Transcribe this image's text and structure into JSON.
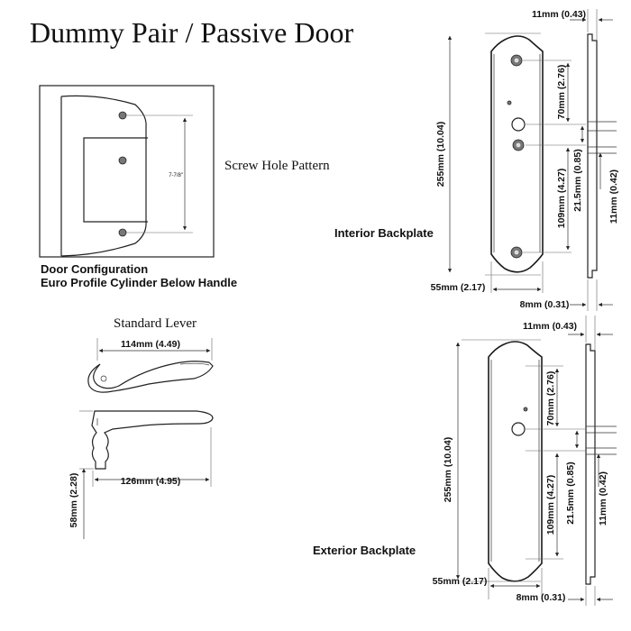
{
  "title": "Dummy Pair / Passive Door",
  "door_panel": {
    "screw_hole_label": "Screw Hole Pattern",
    "spacing_label": "7-7/8\"",
    "caption_line1": "Door Configuration",
    "caption_line2": "Euro Profile Cylinder Below Handle"
  },
  "lever": {
    "label": "Standard Lever",
    "dim_width_top": "114mm (4.49)",
    "dim_width_bottom": "126mm (4.95)",
    "dim_projection": "58mm (2.28)"
  },
  "interior_backplate": {
    "label": "Interior Backplate",
    "dim_thickness": "11mm (0.43)",
    "dim_height": "255mm (10.04)",
    "dim_upper": "70mm (2.76)",
    "dim_lower": "109mm (4.27)",
    "dim_spindle": "21.5mm (0.85)",
    "dim_offset": "11mm (0.42)",
    "dim_width": "55mm (2.17)",
    "dim_depth": "8mm (0.31)"
  },
  "exterior_backplate": {
    "label": "Exterior Backplate",
    "dim_thickness": "11mm (0.43)",
    "dim_height": "255mm (10.04)",
    "dim_upper": "70mm (2.76)",
    "dim_lower": "109mm (4.27)",
    "dim_spindle": "21.5mm (0.85)",
    "dim_offset": "11mm (0.42)",
    "dim_width": "55mm (2.17)",
    "dim_depth": "8mm (0.31)"
  }
}
